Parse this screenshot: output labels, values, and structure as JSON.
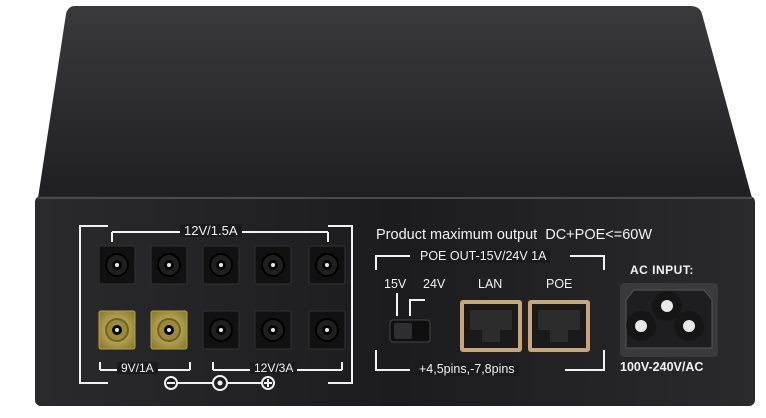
{
  "device": {
    "colors": {
      "body": "#1c1c1e",
      "top": "#2a2a2c",
      "text": "#f2f2f2",
      "gold_jack": "#b3a24d",
      "rj45": "#c9a57a"
    },
    "dc_panel": {
      "top_label": "12V/1.5A",
      "bottom_left_label": "9V/1A",
      "bottom_right_label": "12V/3A",
      "polarity_minus": "−",
      "polarity_plus": "+",
      "top_jacks": 5,
      "bottom_gold_jacks": 2,
      "bottom_black_jacks": 3
    },
    "max_output": "Product maximum output  DC+POE<=60W",
    "poe_panel": {
      "title": "POE OUT-15V/24V 1A",
      "switch_label_left": "15V",
      "switch_label_right": "24V",
      "port_lan": "LAN",
      "port_poe": "POE",
      "pins_note": "+4,5pins,-7,8pins"
    },
    "ac": {
      "label": "AC INPUT:",
      "range": "100V-240V/AC"
    }
  }
}
